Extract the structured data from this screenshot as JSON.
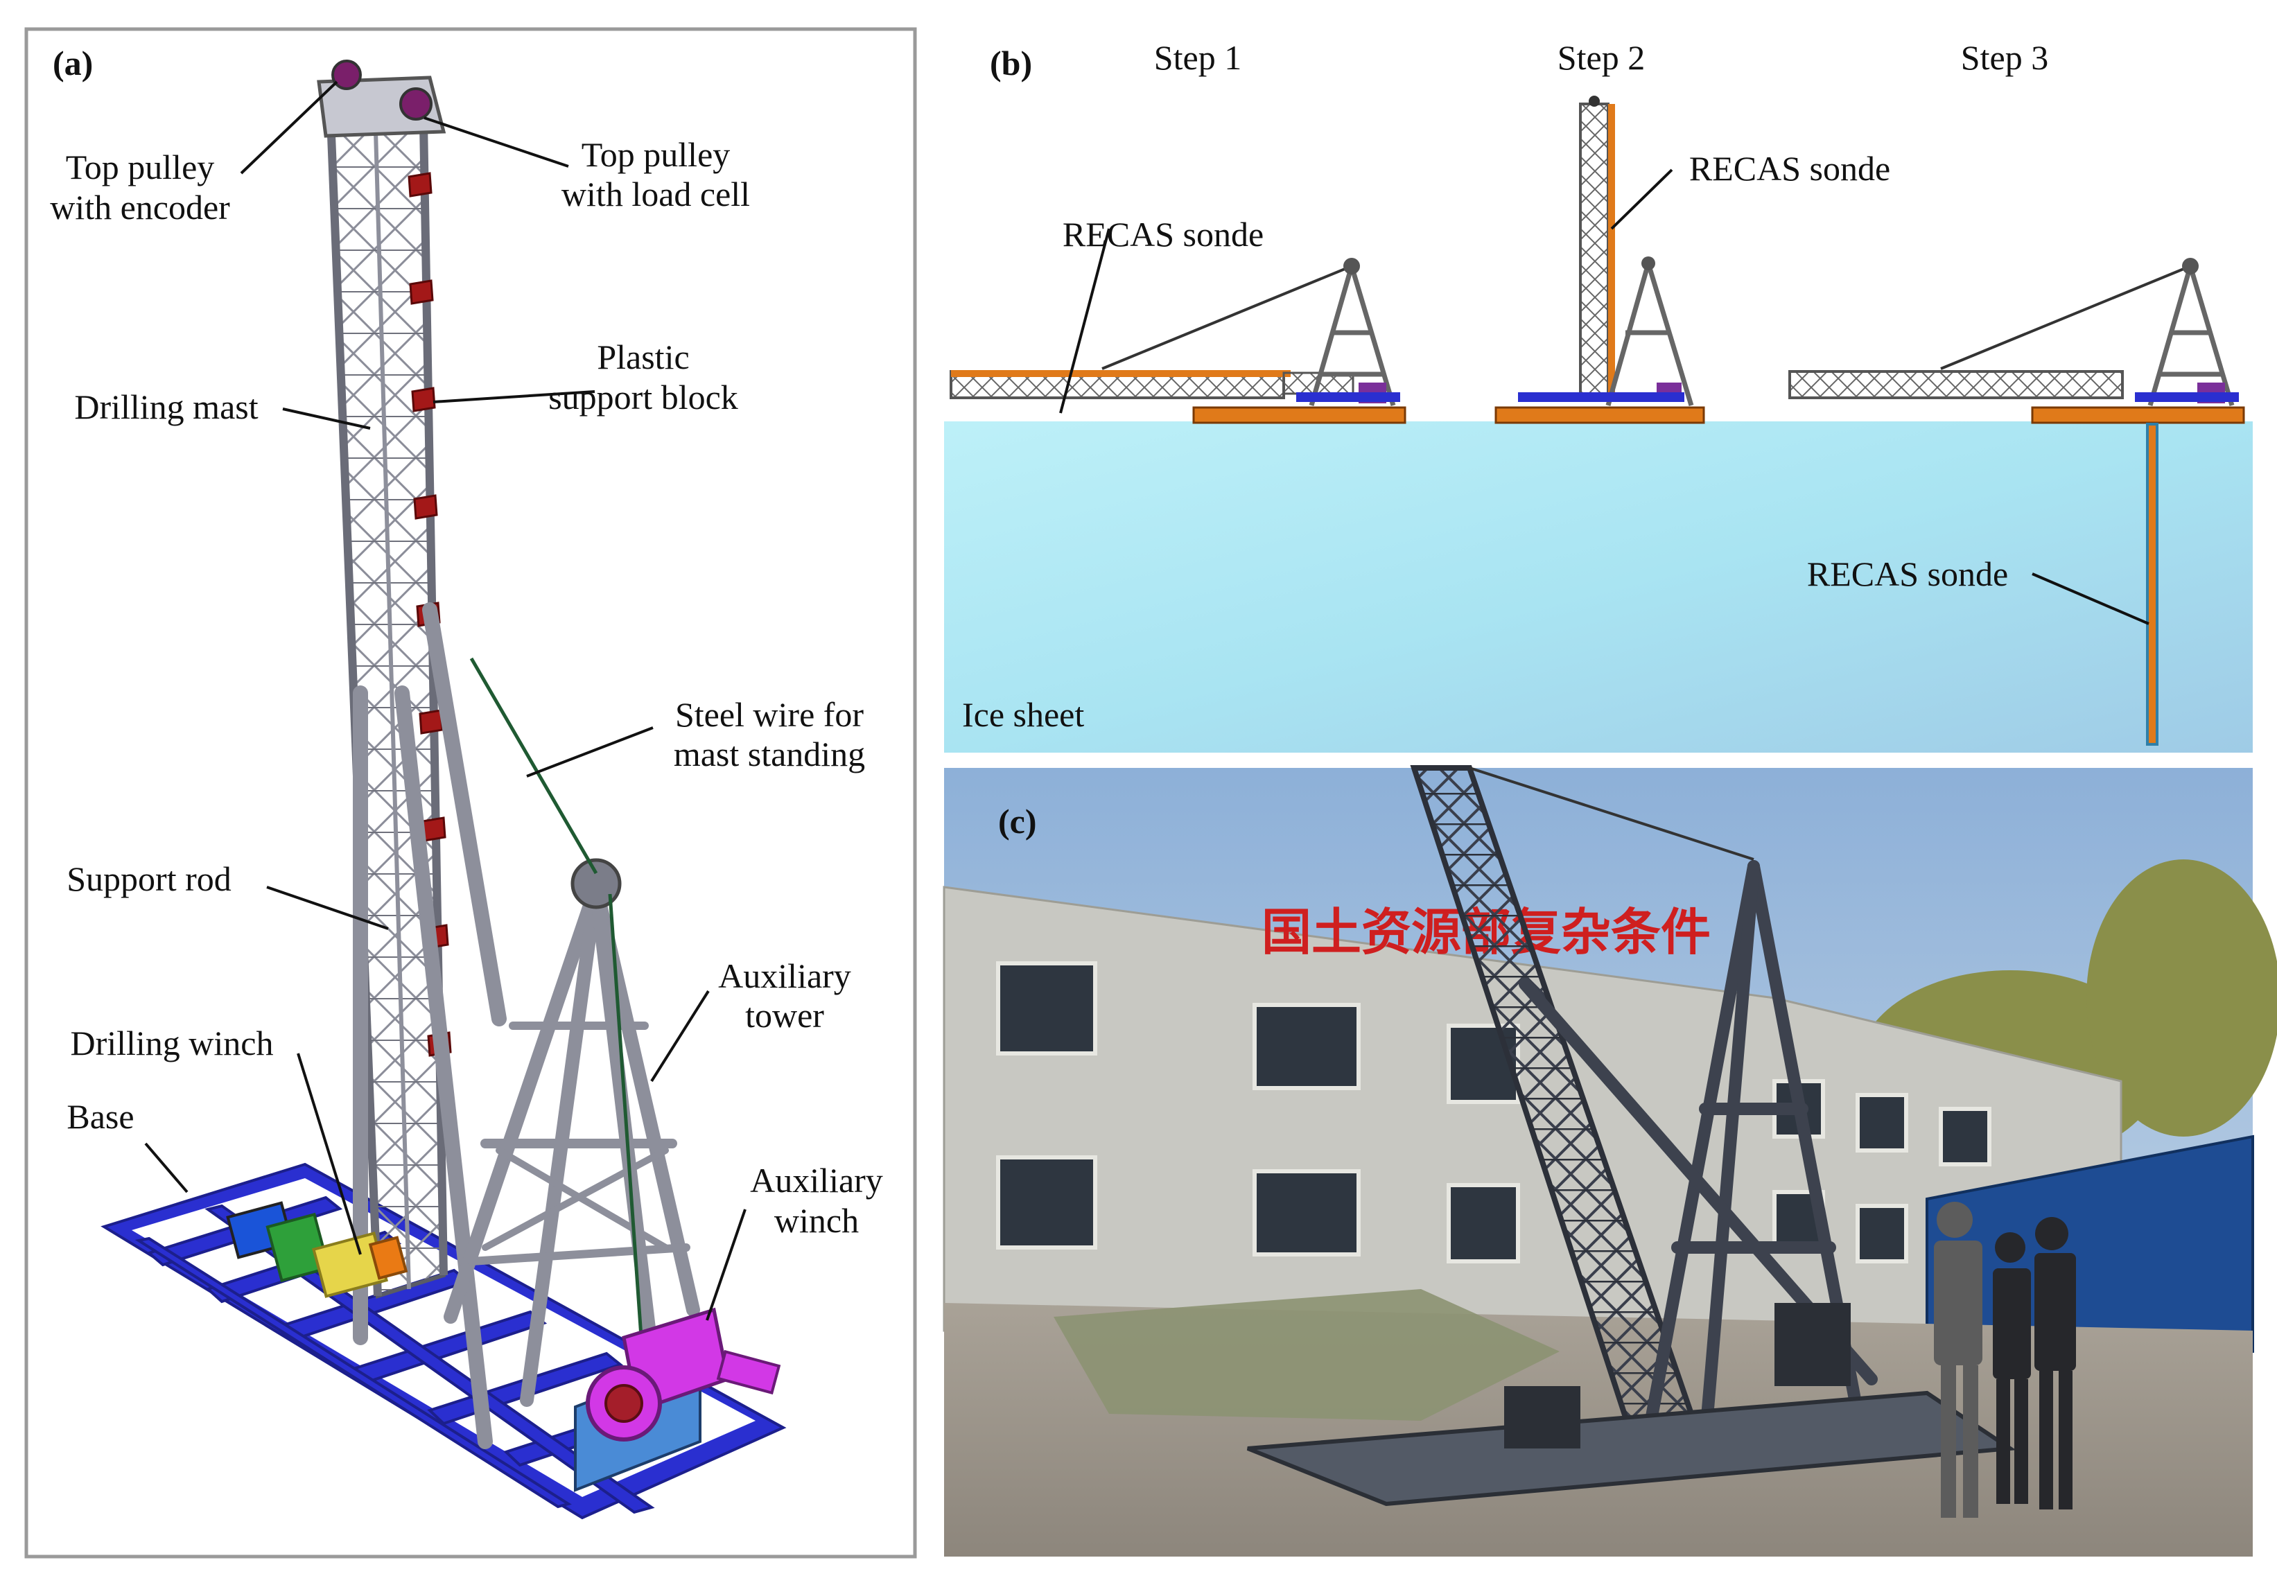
{
  "panel_a": {
    "tag": "(a)",
    "labels": {
      "top_pulley_encoder_1": "Top pulley",
      "top_pulley_encoder_2": "with encoder",
      "top_pulley_load_cell_1": "Top pulley",
      "top_pulley_load_cell_2": "with load cell",
      "plastic_block_1": "Plastic",
      "plastic_block_2": "support block",
      "drilling_mast": "Drilling mast",
      "steel_wire_1": "Steel wire for",
      "steel_wire_2": "mast standing",
      "support_rod": "Support rod",
      "auxiliary_tower_1": "Auxiliary",
      "auxiliary_tower_2": "tower",
      "drilling_winch": "Drilling winch",
      "base": "Base",
      "auxiliary_winch_1": "Auxiliary",
      "auxiliary_winch_2": "winch"
    }
  },
  "panel_b": {
    "tag": "(b)",
    "steps": [
      "Step 1",
      "Step 2",
      "Step 3"
    ],
    "sonde_label": "RECAS sonde",
    "ice_label": "Ice sheet"
  },
  "panel_c": {
    "tag": "(c)",
    "sign_text": "国土资源部复杂条件"
  },
  "colors": {
    "ice": "#a8e6f1",
    "base_blue": "#2a2fd0",
    "sonde_orange": "#e07a1a",
    "winch_magenta": "#d238e6",
    "steel_grey": "#a6a8b4",
    "sky": "#9ab9d9"
  }
}
